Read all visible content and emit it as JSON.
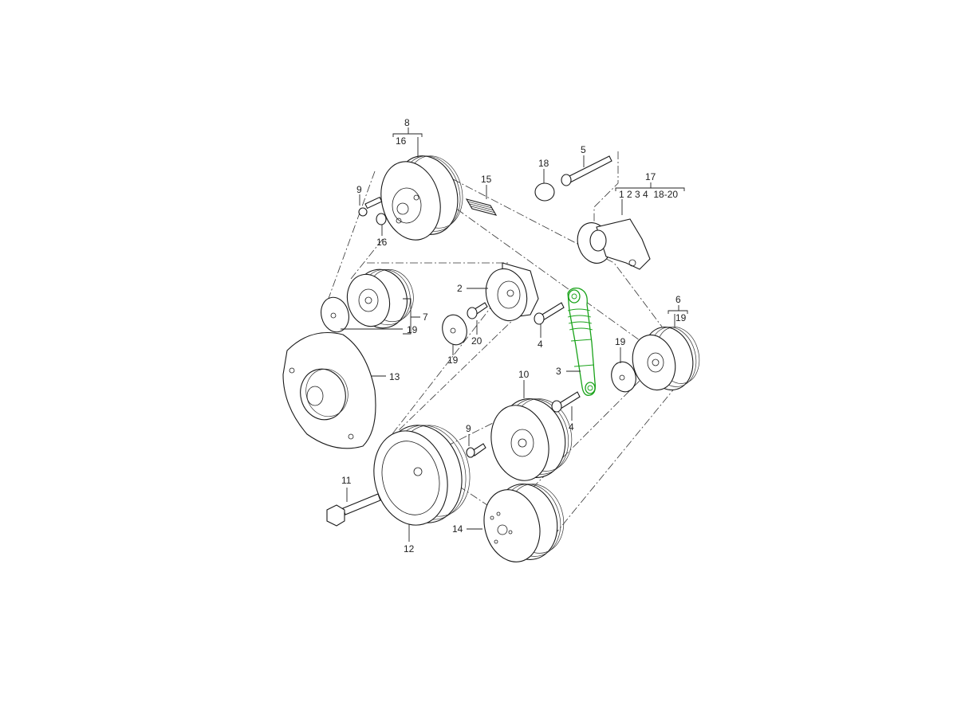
{
  "diagram": {
    "type": "exploded parts diagram",
    "subject": "accessory belt drive / pulleys and tensioner",
    "highlight_color": "#1aa31a",
    "line_color": "#1a1a1a",
    "background": "#ffffff",
    "highlighted_part": "3",
    "callouts": {
      "c8": "8",
      "c8_sub": "16",
      "c9_top": "9",
      "c16": "16",
      "c15": "15",
      "c18": "18",
      "c5": "5",
      "c17": "17",
      "c17_sub": "1 2 3 4  18-20",
      "c2": "2",
      "c7": "7",
      "c19_left": "19",
      "c20": "20",
      "c19_mid": "19",
      "c4_top": "4",
      "c6": "6",
      "c6_sub": "19",
      "c19_right": "19",
      "c3": "3",
      "c13": "13",
      "c10": "10",
      "c4_bottom": "4",
      "c9_bottom": "9",
      "c11": "11",
      "c12": "12",
      "c14": "14"
    }
  }
}
